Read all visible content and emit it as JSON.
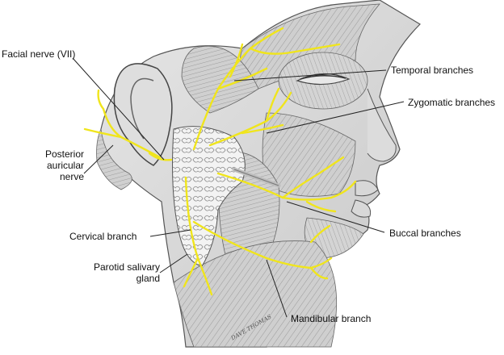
{
  "labels": {
    "facial_nerve": "Facial nerve (VII)",
    "posterior_auricular_1": "Posterior",
    "posterior_auricular_2": "auricular",
    "posterior_auricular_3": "nerve",
    "cervical_branch": "Cervical branch",
    "parotid_1": "Parotid salivary",
    "parotid_2": "gland",
    "temporal_branches": "Temporal branches",
    "zygomatic_branches": "Zygomatic branches",
    "buccal_branches": "Buccal branches",
    "mandibular_branch": "Mandibular branch"
  },
  "signature": "DAVE THOMAS",
  "colors": {
    "nerve": "#f0e51c",
    "nerve_edge": "#c9b800",
    "line": "#222222"
  }
}
